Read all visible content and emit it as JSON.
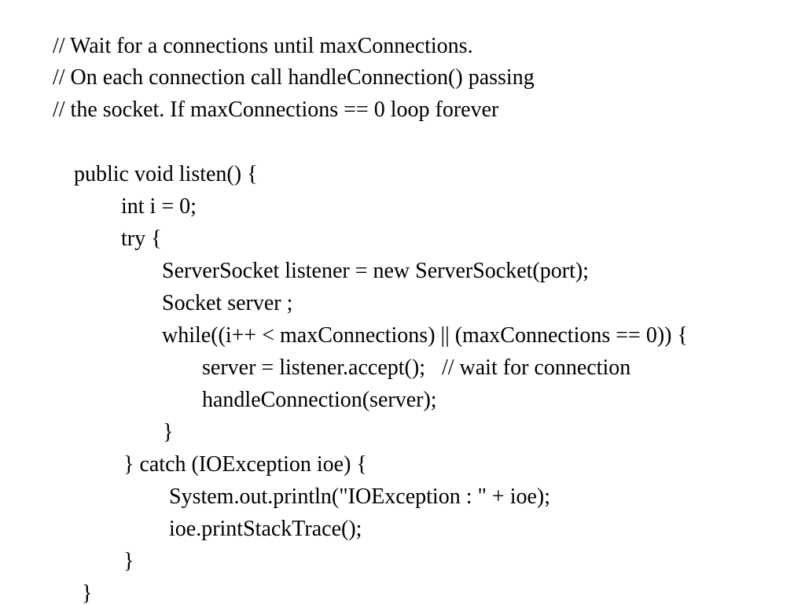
{
  "code": {
    "lines": [
      "// Wait for a connections until maxConnections.",
      "// On each connection call handleConnection() passing",
      "// the socket. If maxConnections == 0 loop forever",
      "public void listen() {",
      "int i = 0;",
      "try {",
      "ServerSocket listener = new ServerSocket(port);",
      "Socket server ;",
      "while((i++ < maxConnections) || (maxConnections == 0)) {",
      "server = listener.accept();   // wait for connection",
      "handleConnection(server);",
      "}",
      "} catch (IOException ioe) {",
      "System.out.println(\"IOException : \" + ioe);",
      "ioe.printStackTrace();",
      "}",
      "}"
    ]
  }
}
